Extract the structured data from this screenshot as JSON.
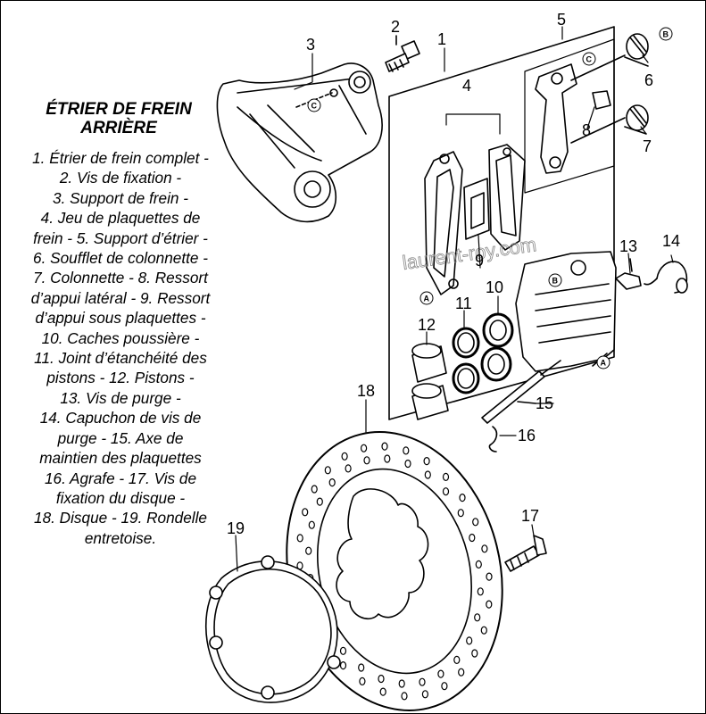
{
  "title": [
    "ÉTRIER DE FREIN",
    "ARRIÈRE"
  ],
  "legend_lines": [
    "1. Étrier de frein complet -",
    "2. Vis de fixation -",
    "3. Support de frein  -",
    "4. Jeu de plaquettes de",
    "frein - 5. Support d’étrier -",
    "6. Soufflet de colonnette -",
    "7. Colonnette - 8. Ressort",
    "d’appui latéral - 9. Ressort",
    "d’appui sous plaquettes -",
    "10. Caches poussière -",
    "11. Joint d’étanchéité des",
    "pistons - 12. Pistons -",
    "13. Vis de purge -",
    "14. Capuchon de vis de",
    "purge - 15. Axe de",
    "maintien des plaquettes",
    "16. Agrafe - 17. Vis de",
    "fixation du disque -",
    "18. Disque - 19. Rondelle",
    "entretoise."
  ],
  "callouts": {
    "n1": "1",
    "n2": "2",
    "n3": "3",
    "n4": "4",
    "n5": "5",
    "n6": "6",
    "n7": "7",
    "n8": "8",
    "n9": "9",
    "n10": "10",
    "n11": "11",
    "n12": "12",
    "n13": "13",
    "n14": "14",
    "n15": "15",
    "n16": "16",
    "n17": "17",
    "n18": "18",
    "n19": "19"
  },
  "circle_markers": {
    "a": "A",
    "b": "B",
    "c": "C"
  },
  "watermark": "laurent-roy.com"
}
